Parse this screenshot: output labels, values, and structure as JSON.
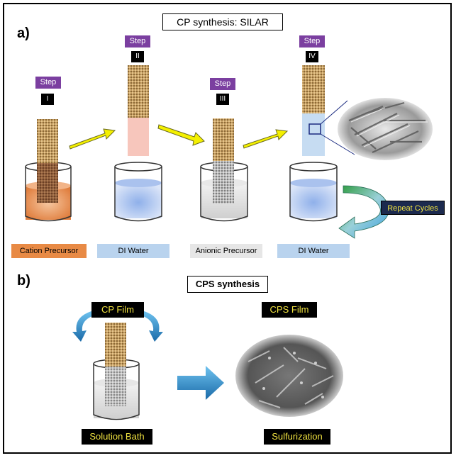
{
  "panel_a": {
    "letter": "a)",
    "title": "CP synthesis: SILAR",
    "steps": [
      {
        "tag": "Step",
        "numeral": "I"
      },
      {
        "tag": "Step",
        "numeral": "II"
      },
      {
        "tag": "Step",
        "numeral": "III"
      },
      {
        "tag": "Step",
        "numeral": "IV"
      }
    ],
    "solutions": [
      "Cation Precursor",
      "DI Water",
      "Anionic Precursor",
      "DI Water"
    ],
    "repeat_label": "Repeat Cycles"
  },
  "panel_b": {
    "letter": "b)",
    "title": "CPS synthesis",
    "cp_film": "CP Film",
    "cps_film": "CPS Film",
    "solution_bath": "Solution Bath",
    "sulfurization": "Sulfurization"
  },
  "colors": {
    "step_purple": "#7b3fa0",
    "cation_orange": "#e88a45",
    "water_blue": "#b9d3ee",
    "anion_grey": "#e6e6e6",
    "arrow_yellow": "#f4f000",
    "label_yellow": "#f1e340"
  }
}
